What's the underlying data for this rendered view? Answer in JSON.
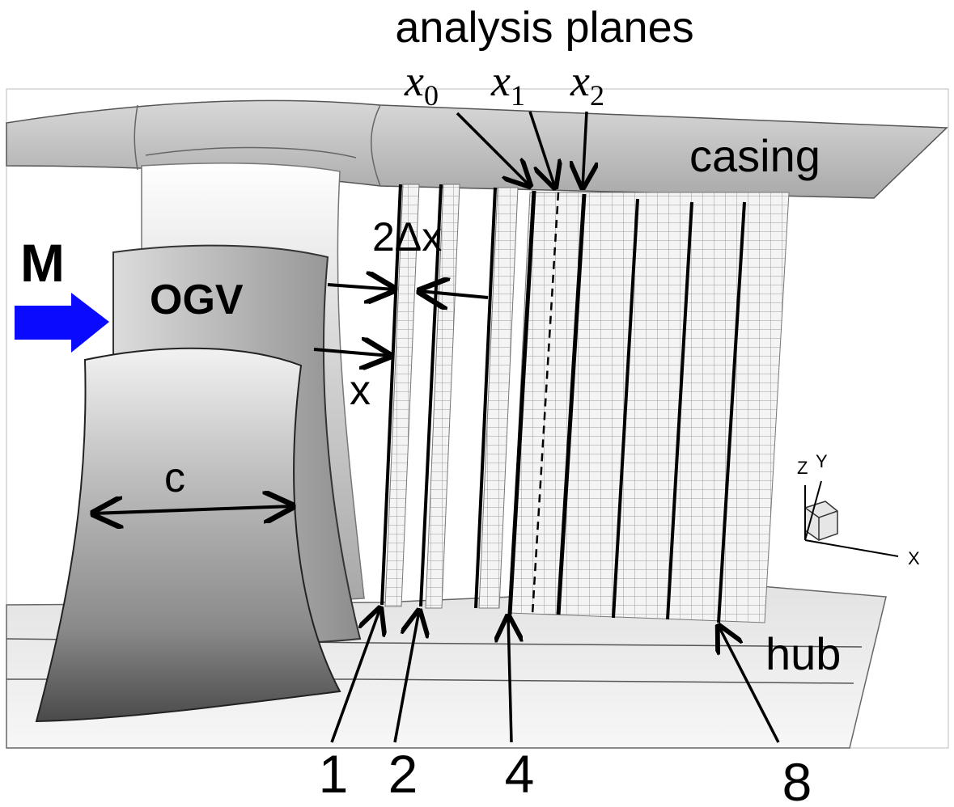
{
  "title": "analysis planes",
  "labels": {
    "mach": "M",
    "ogv": "OGV",
    "casing": "casing",
    "hub": "hub",
    "two_dx": "2Δx",
    "x_dist": "x",
    "chord": "c",
    "x0": "x",
    "x0_sub": "0",
    "x1": "x",
    "x1_sub": "1",
    "x2": "x",
    "x2_sub": "2"
  },
  "plane_numbers": [
    "1",
    "2",
    "4",
    "8"
  ],
  "axes_triad": {
    "z": "Z",
    "y": "Y",
    "x": "X"
  },
  "colors": {
    "arrow_fill": "#0a0aff",
    "surface_light": "#f0f0f0",
    "surface_mid": "#c8c8c8",
    "surface_dark": "#6e6e6e",
    "line": "#000000"
  }
}
